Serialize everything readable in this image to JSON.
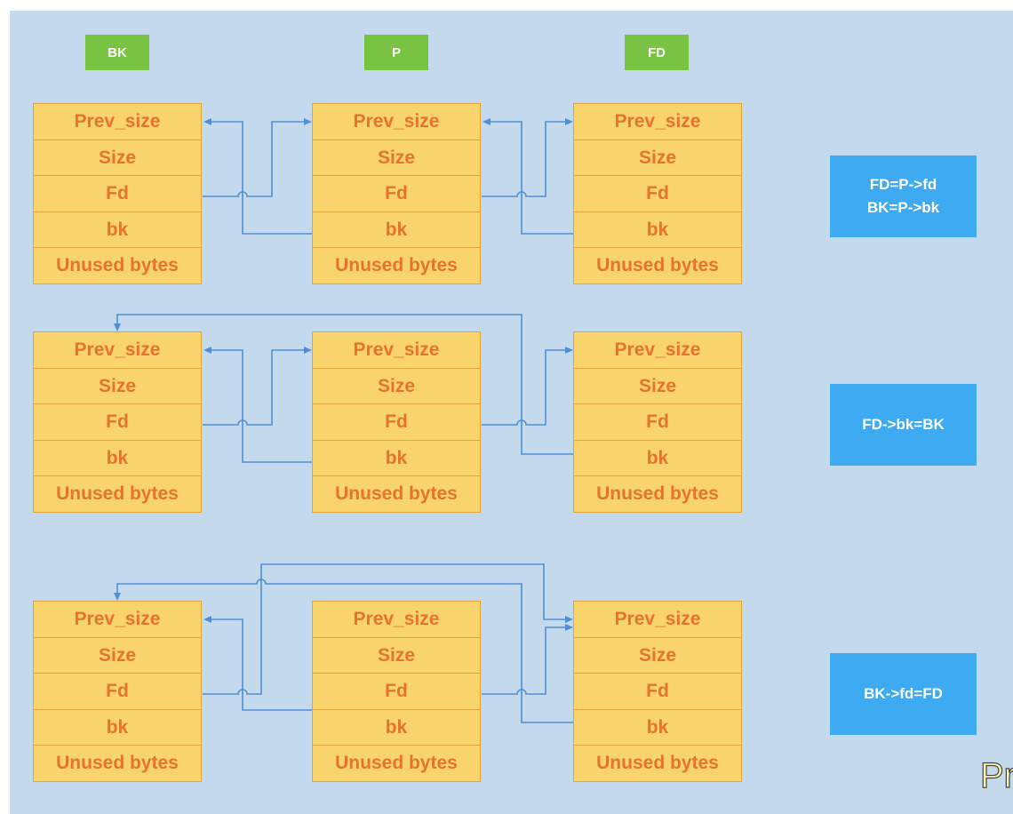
{
  "headers": {
    "bk": "BK",
    "p": "P",
    "fd": "FD"
  },
  "chunk_fields": [
    "Prev_size",
    "Size",
    "Fd",
    "bk",
    "Unused bytes"
  ],
  "rows": [
    {
      "operation_lines": [
        "FD=P->fd",
        "BK=P->bk"
      ]
    },
    {
      "operation_lines": [
        "FD->bk=BK"
      ]
    },
    {
      "operation_lines": [
        "BK->fd=FD"
      ]
    }
  ],
  "corner_text": "Pr",
  "colors": {
    "background": "#c5d9ed",
    "header_green": "#78c442",
    "cell_fill": "#f9d46c",
    "cell_border": "#e2a539",
    "cell_text": "#e8742a",
    "operation_box": "#3daaf2",
    "arrow": "#4f8fd6"
  }
}
